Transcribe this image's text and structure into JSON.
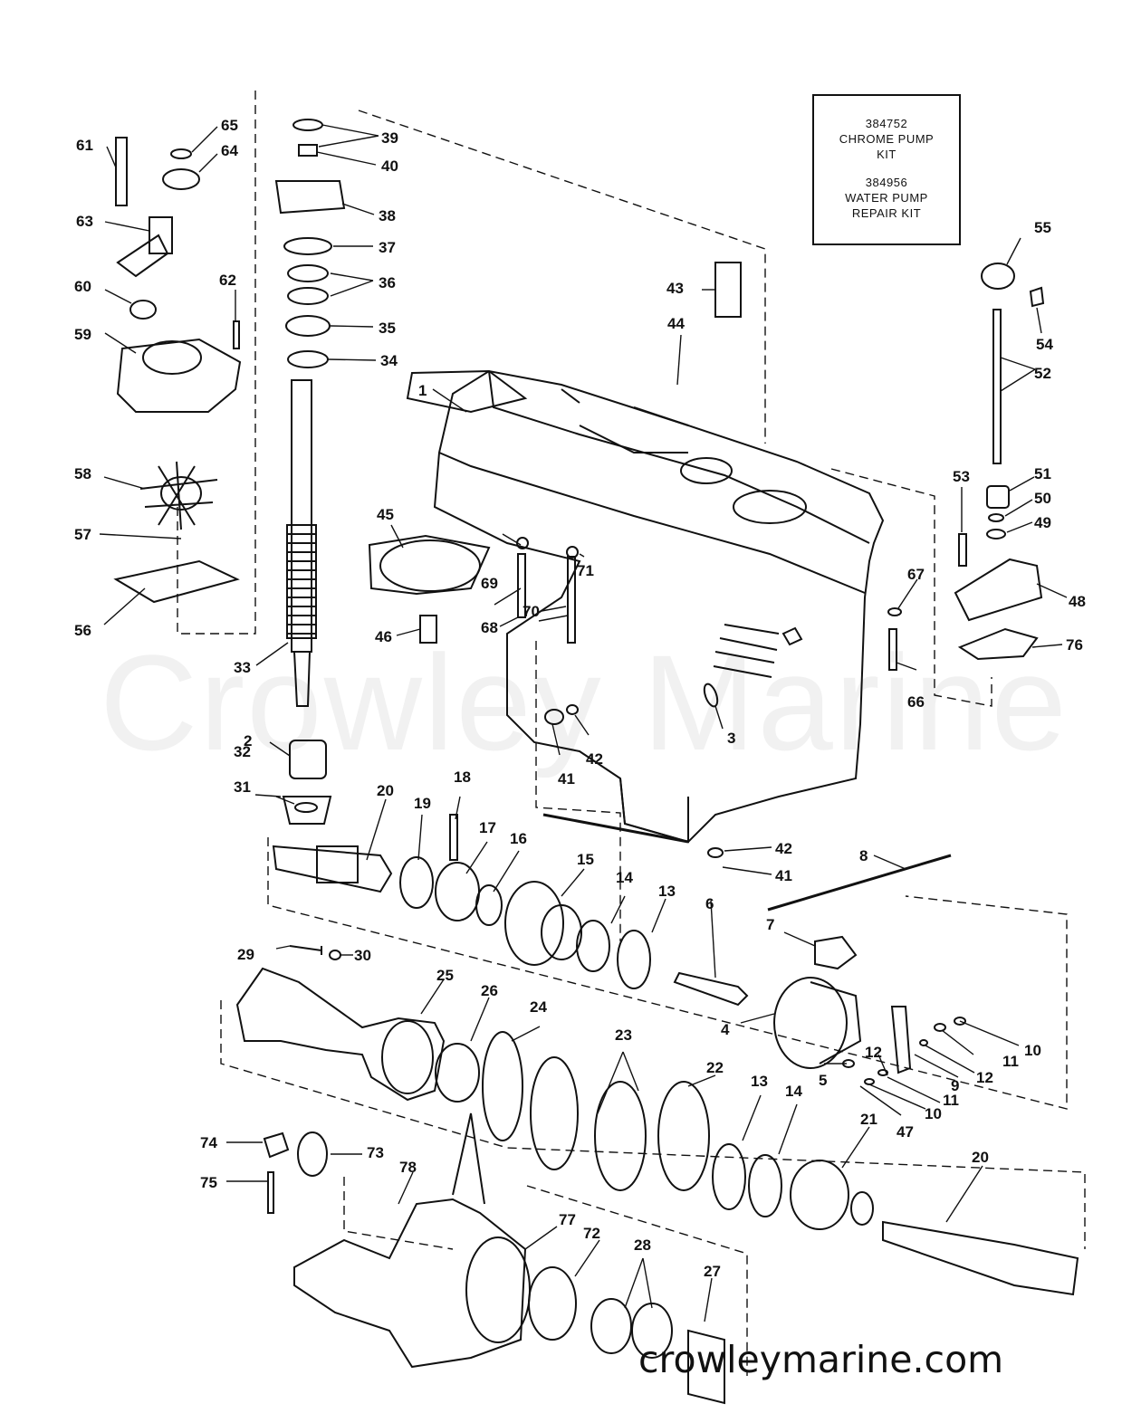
{
  "kit_box": {
    "line1": "384752",
    "line2": "CHROME PUMP",
    "line3": "KIT",
    "line4": "384956",
    "line5": "WATER PUMP",
    "line6": "REPAIR KIT"
  },
  "watermark": "Crowley Marine",
  "site": "crowleymarine.com",
  "part_labels": [
    "1",
    "2",
    "3",
    "4",
    "5",
    "6",
    "7",
    "8",
    "9",
    "10",
    "10",
    "10",
    "11",
    "11",
    "11",
    "12",
    "12",
    "13",
    "13",
    "14",
    "14",
    "15",
    "16",
    "17",
    "18",
    "19",
    "20",
    "20",
    "21",
    "22",
    "23",
    "24",
    "25",
    "26",
    "27",
    "28",
    "29",
    "30",
    "31",
    "32",
    "33",
    "34",
    "35",
    "36",
    "37",
    "38",
    "39",
    "40",
    "41",
    "41",
    "42",
    "42",
    "43",
    "44",
    "45",
    "46",
    "47",
    "48",
    "49",
    "50",
    "51",
    "52",
    "53",
    "54",
    "55",
    "56",
    "57",
    "58",
    "59",
    "60",
    "61",
    "62",
    "63",
    "64",
    "65",
    "66",
    "67",
    "68",
    "69",
    "70",
    "71",
    "72",
    "73",
    "74",
    "75",
    "76",
    "77",
    "78"
  ],
  "colors": {
    "line": "#111111",
    "background": "#ffffff"
  }
}
